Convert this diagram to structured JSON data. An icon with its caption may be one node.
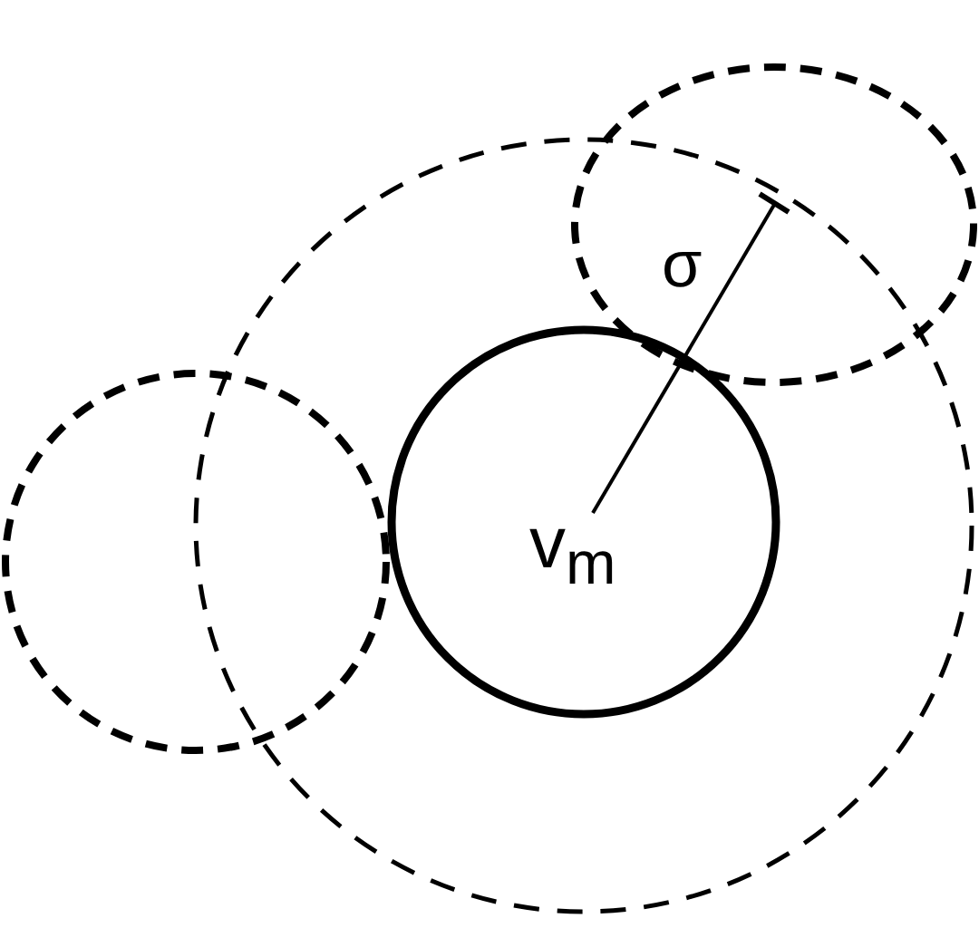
{
  "diagram": {
    "nodes": [
      {
        "text": [],
        "shape": "circle"
      },
      {
        "text": [
          "v$_{m}$"
        ],
        "in": 0
      },
      {
        "text": [],
        "shape": "circle"
      },
      {
        "text": [],
        "shape": "circle"
      }
    ],
    "labels": [
      "σ"
    ]
  }
}
